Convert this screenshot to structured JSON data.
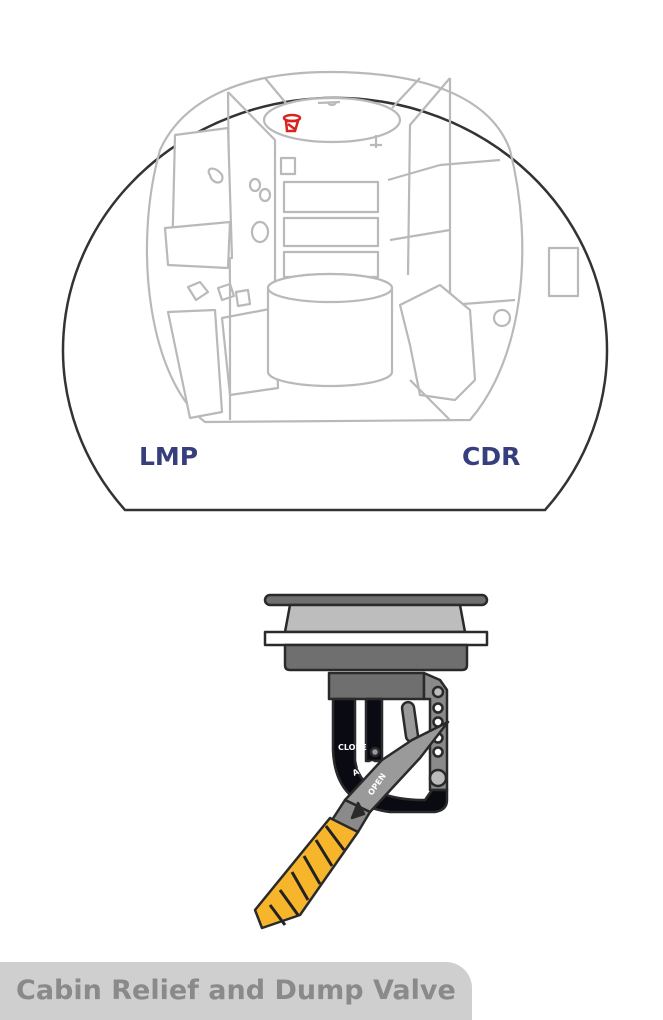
{
  "diagram": {
    "crew_positions": {
      "left": "LMP",
      "right": "CDR"
    },
    "valve_positions": [
      "CLOSE",
      "AUTO",
      "OPEN"
    ],
    "caption": "Cabin Relief and Dump Valve",
    "colors": {
      "crew_label": "#363f7c",
      "highlight": "#d8231f",
      "handle": "#f7b52c",
      "caption_bg": "#cfcfcf"
    }
  }
}
